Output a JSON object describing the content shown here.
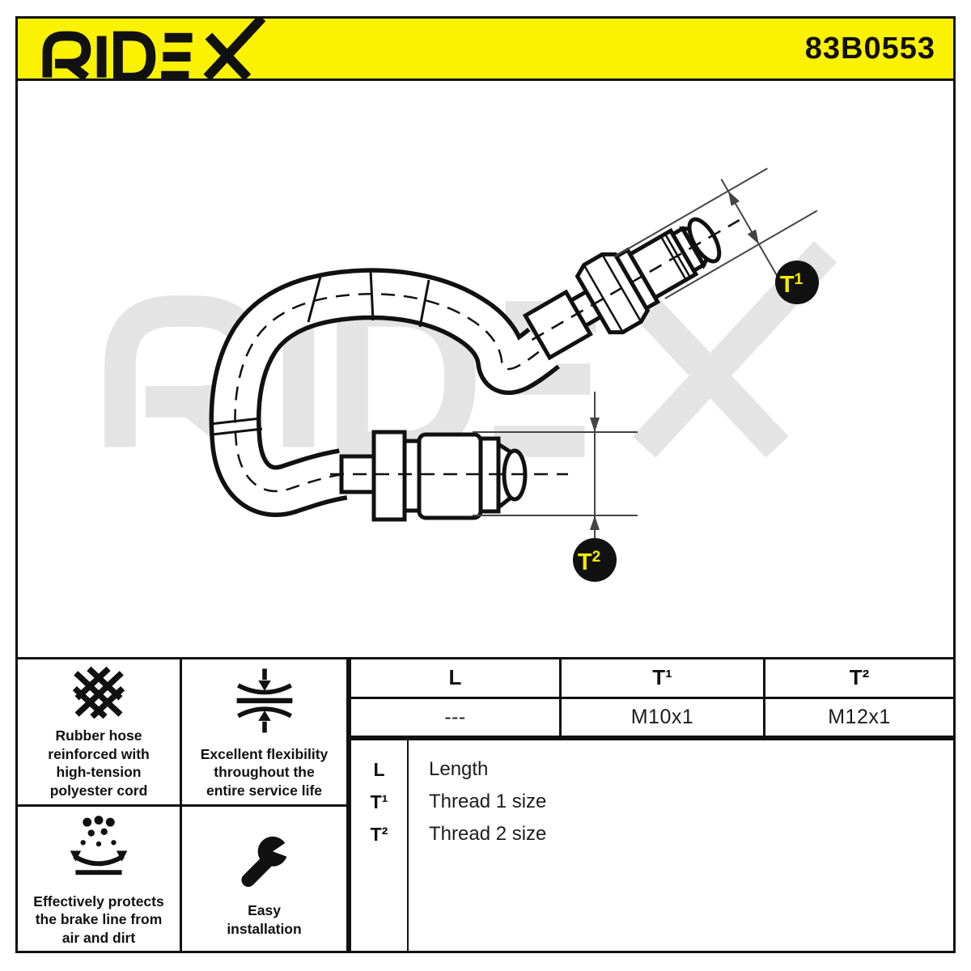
{
  "header": {
    "brand": "RIDEX",
    "part_number": "83B0553",
    "bg_color": "#FAF200",
    "text_color": "#111111"
  },
  "watermark": {
    "text": "RIDEX",
    "color": "#E4E4E4"
  },
  "diagram": {
    "badge_bg": "#111111",
    "badge_fg": "#F5ED00",
    "outline_color": "#111111",
    "dim_line_color": "#444444",
    "badges": {
      "t1": {
        "base": "T",
        "sup": "1"
      },
      "t2": {
        "base": "T",
        "sup": "2"
      }
    }
  },
  "spec_table": {
    "headers": [
      "L",
      "T¹",
      "T²"
    ],
    "values": [
      "---",
      "M10x1",
      "M12x1"
    ]
  },
  "legend": {
    "rows": [
      {
        "key": "L",
        "desc": "Length"
      },
      {
        "key": "T¹",
        "desc": "Thread 1 size"
      },
      {
        "key": "T²",
        "desc": "Thread 2 size"
      }
    ]
  },
  "features": [
    {
      "icon": "weave-icon",
      "text": "Rubber hose\nreinforced with\nhigh-tension\npolyester cord"
    },
    {
      "icon": "compress-icon",
      "text": "Excellent flexibility\nthroughout the\nentire service life"
    },
    {
      "icon": "splash-protection-icon",
      "text": "Effectively protects\nthe brake line from\nair and dirt"
    },
    {
      "icon": "wrench-icon",
      "text": "Easy\ninstallation"
    }
  ]
}
